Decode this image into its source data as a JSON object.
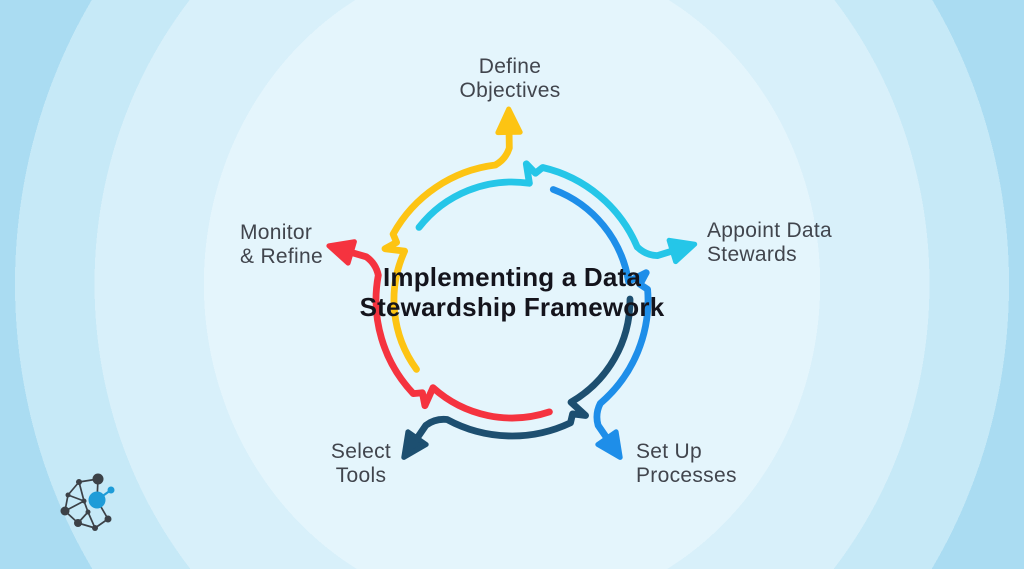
{
  "diagram": {
    "title_lines": [
      "Implementing a",
      "Data Stewardship",
      "Framework"
    ],
    "steps": [
      {
        "name": "define-objectives",
        "line1": "Define",
        "line2": "Objectives",
        "color": "#FDC413",
        "angle": 91
      },
      {
        "name": "appoint-data-stewards",
        "line1": "Appoint Data",
        "line2": "Stewards",
        "color": "#25C6E8",
        "angle": 17
      },
      {
        "name": "set-up-processes",
        "line1": "Set Up",
        "line2": "Processes",
        "color": "#1E8EE9",
        "angle": -55.5
      },
      {
        "name": "select-tools",
        "line1": "Select",
        "line2": "Tools",
        "color": "#1D4F70",
        "angle": 235.5
      },
      {
        "name": "monitor-refine",
        "line1": "Monitor",
        "line2": "& Refine",
        "color": "#F5333F",
        "angle": 163.5
      }
    ],
    "background_bands": [
      "#E4F5FC",
      "#D8F0FA",
      "#C6E9F7",
      "#AADCF2"
    ],
    "title_color": "#14141C",
    "label_color": "#41454D"
  },
  "logo": {
    "name": "network-logo",
    "node_color": "#3C4147",
    "accent_color": "#1E9CD8"
  }
}
